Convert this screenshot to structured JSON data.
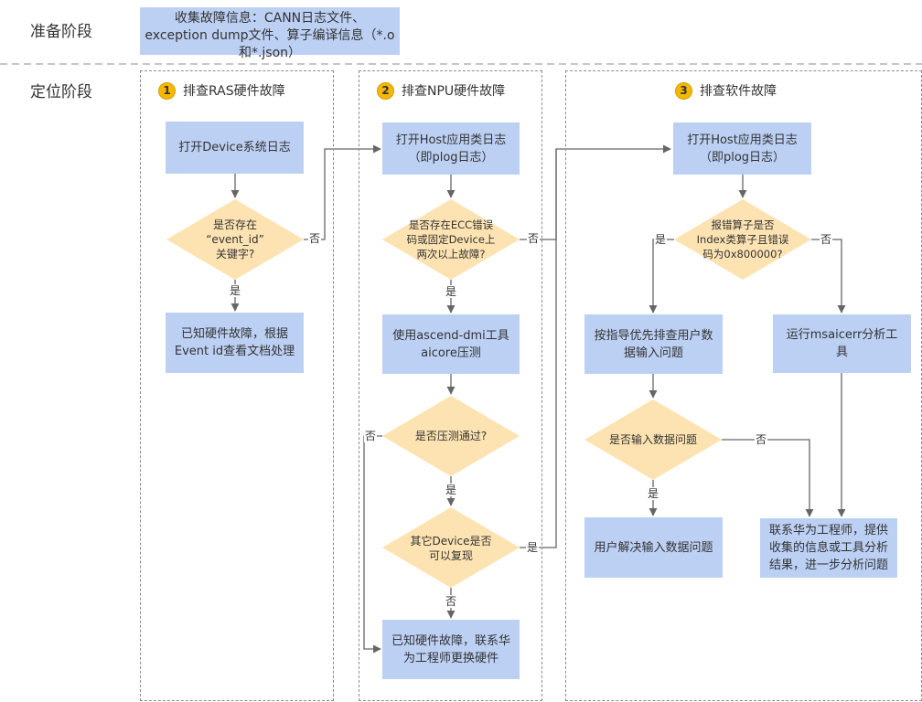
{
  "stages": {
    "prepare_label": "准备阶段",
    "locate_label": "定位阶段",
    "prepare_box": "收集故障信息：CANN日志文件、exception dump文件、算子编译信息（*.o和*.json）"
  },
  "columns": [
    {
      "number": "1",
      "title": "排查RAS硬件故障",
      "step_open_log": "打开Device系统日志",
      "decision_event": "是否存在\n“event_id”\n关键字?",
      "step_known_fault": "已知硬件故障，根据\nEvent id查看文档处理"
    },
    {
      "number": "2",
      "title": "排查NPU硬件故障",
      "step_host_log": "打开Host应用类日志\n（即plog日志）",
      "decision_ecc": "是否存在ECC错误\n码或固定Device上\n两次以上故障?",
      "step_stress": "使用ascend-dmi工具\naicore压测",
      "decision_pass": "是否压测通过?",
      "decision_reproduce": "其它Device是否\n可以复现",
      "step_replace": "已知硬件故障，联系华\n为工程师更换硬件"
    },
    {
      "number": "3",
      "title": "排查软件故障",
      "step_host_log": "打开Host应用类日志\n（即plog日志）",
      "decision_operator": "报错算子是否\nIndex类算子且错误\n码为0x800000?",
      "step_check_input": "按指导优先排查用户数\n据输入问题",
      "step_msaicerr": "运行msaicerr分析工\n具",
      "decision_input": "是否输入数据问题",
      "step_user_fix": "用户解决输入数据问题",
      "step_contact": "联系华为工程师，提供\n收集的信息或工具分析\n结果，进一步分析问题"
    }
  ],
  "edge_labels": {
    "yes": "是",
    "no": "否"
  },
  "colors": {
    "process_fill": "#bcd0f4",
    "decision_fill": "#fde3b2",
    "badge_fill": "#f5b800",
    "connector": "#666666"
  }
}
